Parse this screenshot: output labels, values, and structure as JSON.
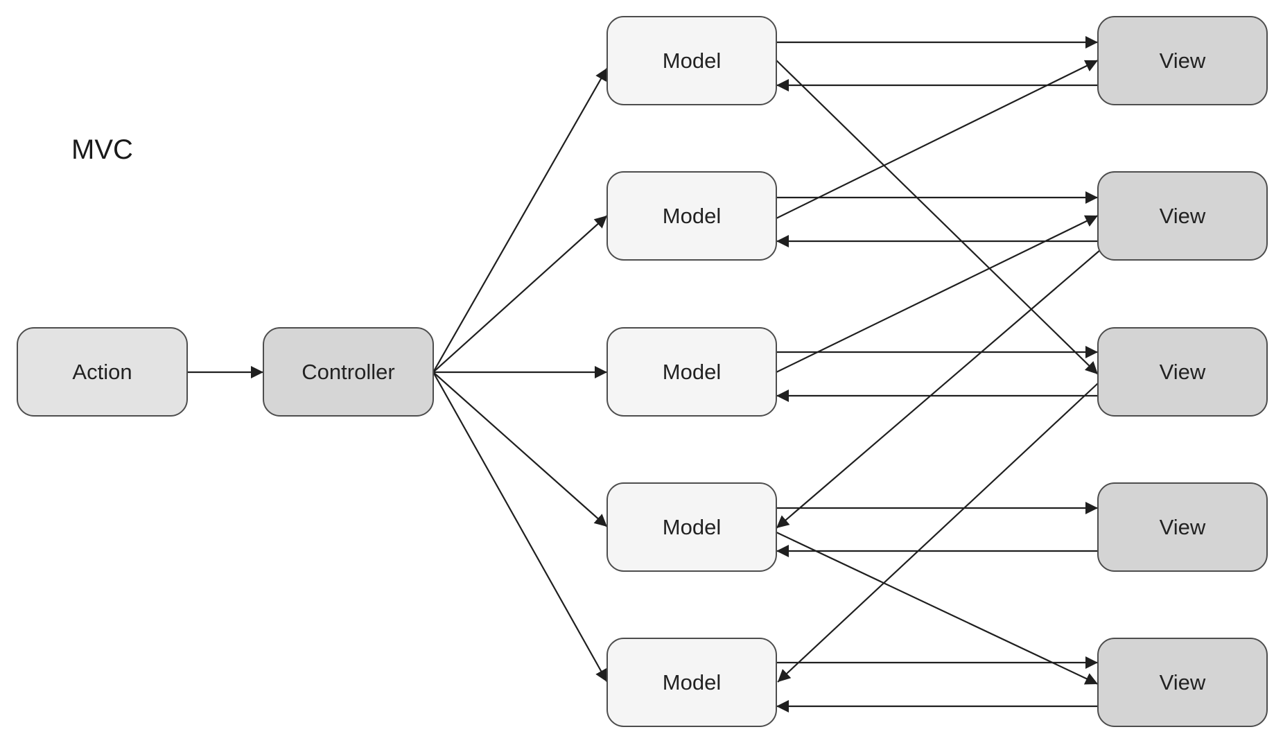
{
  "title": "MVC",
  "colors": {
    "action_fill": "#e3e3e3",
    "controller_fill": "#d6d6d6",
    "model_fill": "#f5f5f5",
    "view_fill": "#d4d4d4",
    "stroke": "#4d4d4d",
    "edge": "#1f1f1f"
  },
  "nodes": [
    {
      "id": "action",
      "label": "Action",
      "kind": "action"
    },
    {
      "id": "controller",
      "label": "Controller",
      "kind": "controller"
    },
    {
      "id": "model-1",
      "label": "Model",
      "kind": "model"
    },
    {
      "id": "model-2",
      "label": "Model",
      "kind": "model"
    },
    {
      "id": "model-3",
      "label": "Model",
      "kind": "model"
    },
    {
      "id": "model-4",
      "label": "Model",
      "kind": "model"
    },
    {
      "id": "model-5",
      "label": "Model",
      "kind": "model"
    },
    {
      "id": "view-1",
      "label": "View",
      "kind": "view"
    },
    {
      "id": "view-2",
      "label": "View",
      "kind": "view"
    },
    {
      "id": "view-3",
      "label": "View",
      "kind": "view"
    },
    {
      "id": "view-4",
      "label": "View",
      "kind": "view"
    },
    {
      "id": "view-5",
      "label": "View",
      "kind": "view"
    }
  ],
  "edges": [
    {
      "from": "action",
      "to": "controller"
    },
    {
      "from": "controller",
      "to": "model-1"
    },
    {
      "from": "controller",
      "to": "model-2"
    },
    {
      "from": "controller",
      "to": "model-3"
    },
    {
      "from": "controller",
      "to": "model-4"
    },
    {
      "from": "controller",
      "to": "model-5"
    },
    {
      "from": "model-1",
      "to": "view-1"
    },
    {
      "from": "view-1",
      "to": "model-1"
    },
    {
      "from": "model-2",
      "to": "view-2"
    },
    {
      "from": "view-2",
      "to": "model-2"
    },
    {
      "from": "model-3",
      "to": "view-3"
    },
    {
      "from": "view-3",
      "to": "model-3"
    },
    {
      "from": "model-4",
      "to": "view-4"
    },
    {
      "from": "view-4",
      "to": "model-4"
    },
    {
      "from": "model-5",
      "to": "view-5"
    },
    {
      "from": "view-5",
      "to": "model-5"
    },
    {
      "from": "model-1",
      "to": "view-3"
    },
    {
      "from": "model-2",
      "to": "view-1"
    },
    {
      "from": "model-3",
      "to": "view-2"
    },
    {
      "from": "model-4",
      "to": "view-5"
    },
    {
      "from": "view-2",
      "to": "model-4"
    },
    {
      "from": "view-3",
      "to": "model-5"
    }
  ]
}
